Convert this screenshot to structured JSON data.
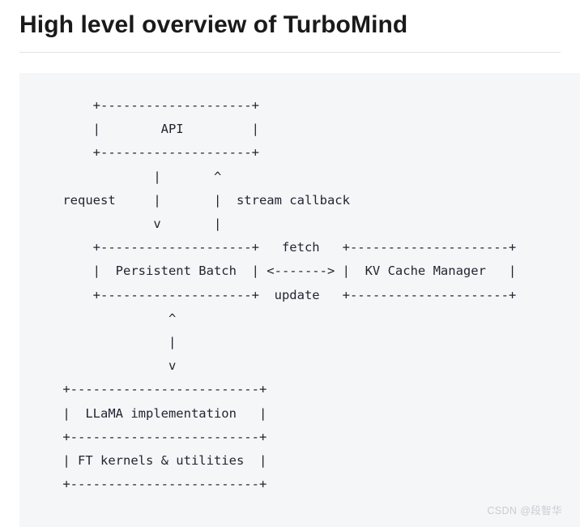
{
  "heading": {
    "title": "High level overview of TurboMind",
    "divider": true
  },
  "code_block": {
    "language": "plaintext",
    "background_color": "#f5f6f8",
    "text_color": "#1f2430",
    "ascii_diagram": "     +--------------------+\n     |        API         |\n     +--------------------+\n             |       ^\n request     |       |  stream callback\n             v       |\n     +--------------------+   fetch   +---------------------+\n     |  Persistent Batch  | <-------> |  KV Cache Manager   |\n     +--------------------+  update   +---------------------+\n               ^\n               |\n               v\n +-------------------------+\n |  LLaMA implementation   |\n +-------------------------+\n | FT kernels & utilities  |\n +-------------------------+",
    "nodes": [
      {
        "id": "api",
        "label": "API"
      },
      {
        "id": "persistent-batch",
        "label": "Persistent Batch"
      },
      {
        "id": "kv-cache-manager",
        "label": "KV Cache Manager"
      },
      {
        "id": "llama-implementation",
        "label": "LLaMA implementation"
      },
      {
        "id": "ft-kernels",
        "label": "FT kernels & utilities"
      }
    ],
    "edge_labels": [
      {
        "id": "request",
        "label": "request"
      },
      {
        "id": "stream-callback",
        "label": "stream callback"
      },
      {
        "id": "fetch",
        "label": "fetch"
      },
      {
        "id": "update",
        "label": "update"
      }
    ],
    "arrow_glyphs": {
      "down": "v",
      "up": "^",
      "vertical": "|",
      "bidirectional": "<------->",
      "corner": "+",
      "horizontal": "-"
    }
  },
  "watermark": {
    "text": "CSDN @段智华"
  }
}
